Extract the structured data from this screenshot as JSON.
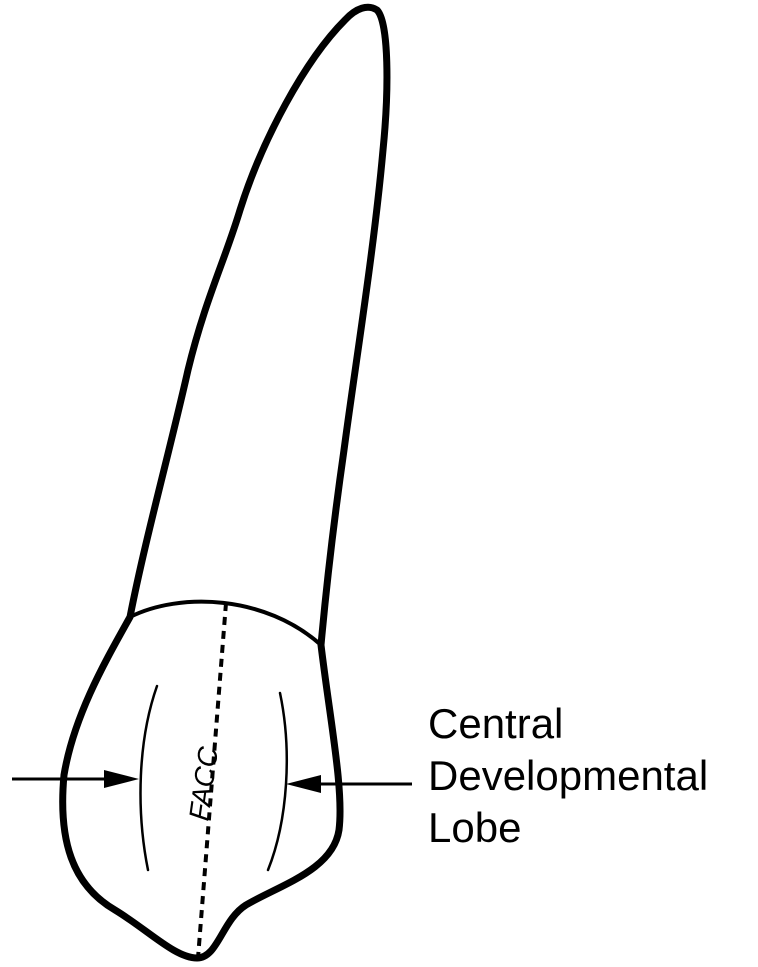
{
  "diagram": {
    "axis_label": "FACC",
    "callout": {
      "lines": [
        "Central",
        "Developmental",
        "Lobe"
      ]
    }
  }
}
